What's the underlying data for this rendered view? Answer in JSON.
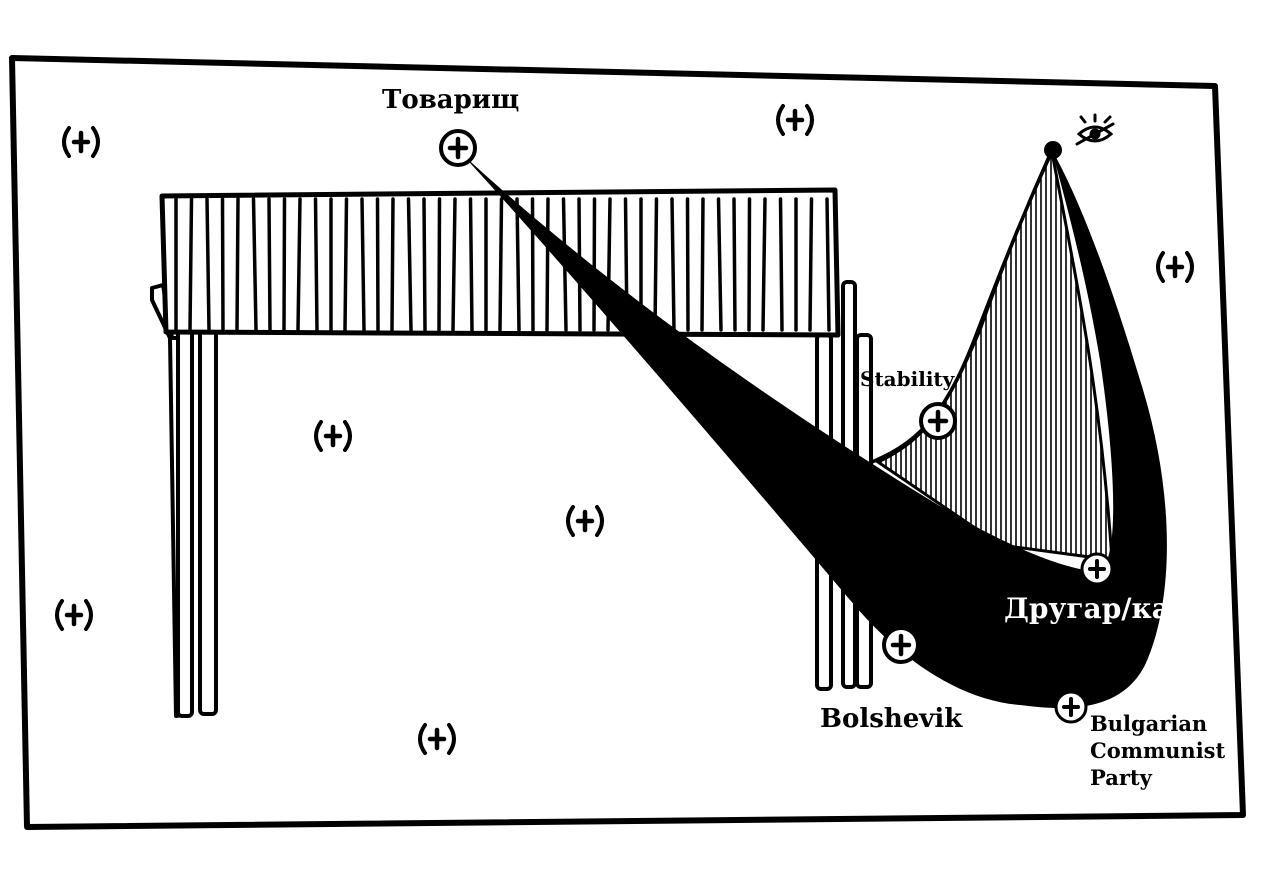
{
  "labels": {
    "tovarisch": "Товарищ",
    "stability": "Stability",
    "drugar": "Другар/ка",
    "bolshevik": "Bolshevik",
    "bcp_line1": "Bulgarian",
    "bcp_line2": "Communist",
    "bcp_line3": "Party"
  },
  "colors": {
    "ink": "#000000",
    "paper": "#ffffff"
  },
  "icons": {
    "node": "plus-in-circle-icon",
    "free": "parenthesized-plus-icon",
    "peak": "eye-icon"
  }
}
